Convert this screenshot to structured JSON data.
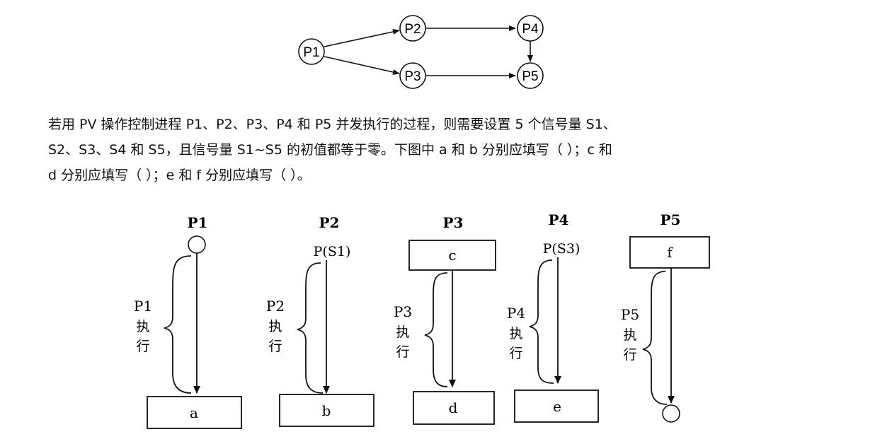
{
  "graph": {
    "nodes": [
      "P1",
      "P2",
      "P3",
      "P4",
      "P5"
    ],
    "edges": [
      [
        "P1",
        "P2"
      ],
      [
        "P1",
        "P3"
      ],
      [
        "P2",
        "P4"
      ],
      [
        "P3",
        "P5"
      ],
      [
        "P4",
        "P5"
      ]
    ]
  },
  "question": {
    "line1": "若用 PV 操作控制进程 P1、P2、P3、P4 和 P5 并发执行的过程，则需要设置 5 个信号量 S1、",
    "line2": "S2、S3、S4 和 S5，且信号量 S1~S5 的初值都等于零。下图中 a 和 b 分别应填写（    ）；c 和",
    "line3": "d 分别应填写（    ）；e 和 f 分别应填写（    ）。"
  },
  "processes": [
    {
      "title": "P1",
      "top_label": "",
      "top_box": "",
      "side": [
        "P1",
        "执",
        "行"
      ],
      "bottom_box": "a"
    },
    {
      "title": "P2",
      "top_label": "P(S1)",
      "top_box": "",
      "side": [
        "P2",
        "执",
        "行"
      ],
      "bottom_box": "b"
    },
    {
      "title": "P3",
      "top_label": "",
      "top_box": "c",
      "side": [
        "P3",
        "执",
        "行"
      ],
      "bottom_box": "d"
    },
    {
      "title": "P4",
      "top_label": "P(S3)",
      "top_box": "",
      "side": [
        "P4",
        "执",
        "行"
      ],
      "bottom_box": "e"
    },
    {
      "title": "P5",
      "top_label": "",
      "top_box": "f",
      "side": [
        "P5",
        "执",
        "行"
      ],
      "bottom_box": ""
    }
  ]
}
